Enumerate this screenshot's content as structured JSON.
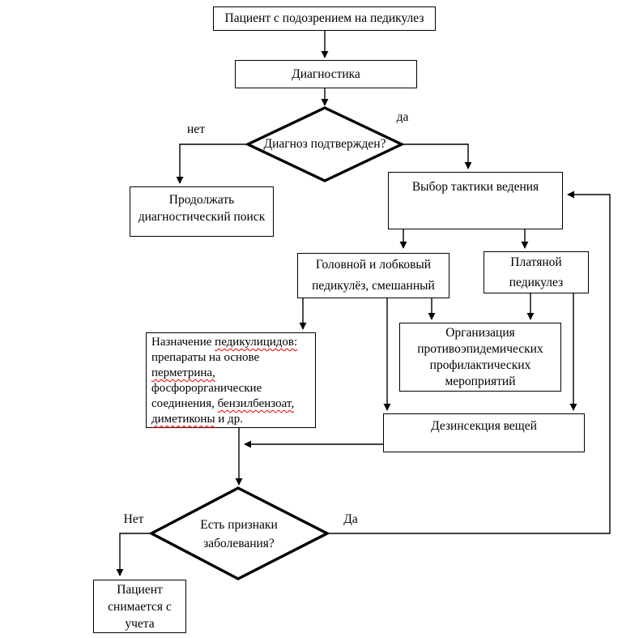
{
  "page": {
    "background": "#ffffff",
    "line_color": "#000000",
    "spellcheck_color": "#e60000"
  },
  "flowchart": {
    "nodes": {
      "start": "Пациент с подозрением на педикулез",
      "diagnostics": "Диагностика",
      "decision_confirmed": "Диагноз подтвержден?",
      "continue_search": "Продолжать диагностический поиск",
      "tactics": "Выбор тактики ведения",
      "head_pubic": "Головной и лобковый педикулёз, смешанный",
      "body_lice": "Платяной педикулез",
      "org_measures": "Организация противоэпидемических профилактических мероприятий",
      "disinsection": "Дезинсекция вещей",
      "decision_signs": "Есть признаки заболевания?",
      "deregister": "Пациент снимается с учета"
    },
    "prescription": {
      "segments": [
        {
          "t": "Назначение ",
          "m": false
        },
        {
          "t": "педикулицидов:",
          "m": true
        },
        {
          "t": "\nпрепараты на основе\n",
          "m": false
        },
        {
          "t": "перметрина,",
          "m": true
        },
        {
          "t": "\nфосфорорганические\nсоединения, ",
          "m": false
        },
        {
          "t": "бензилбензоат,",
          "m": true
        },
        {
          "t": "\n",
          "m": false
        },
        {
          "t": "диметиконы",
          "m": true
        },
        {
          "t": " и др.",
          "m": false
        }
      ]
    },
    "edge_labels": {
      "confirmed_no": "нет",
      "confirmed_yes": "да",
      "signs_no": "Нет",
      "signs_yes": "Да"
    }
  }
}
